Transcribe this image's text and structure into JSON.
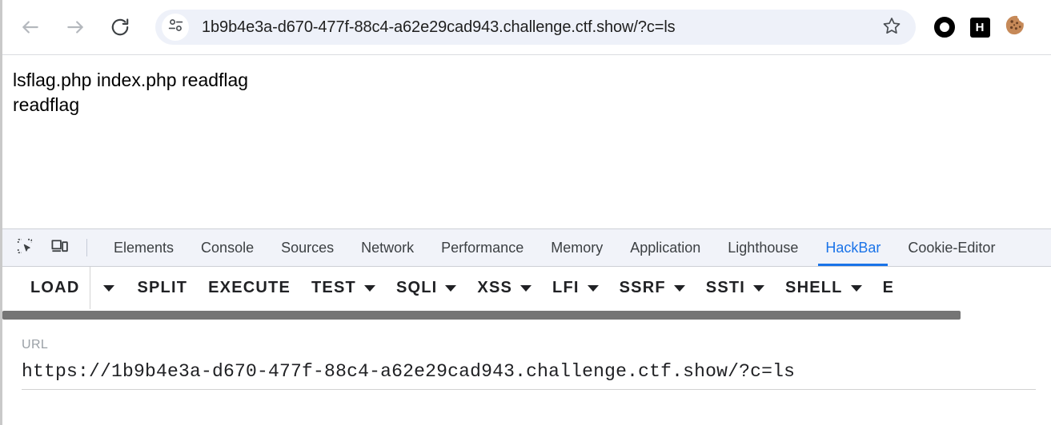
{
  "browser": {
    "nav": {
      "back_label": "Back",
      "forward_label": "Forward",
      "reload_label": "Reload"
    },
    "omnibox": {
      "display_url": "1b9b4e3a-d670-477f-88c4-a62e29cad943.challenge.ctf.show/?c=ls",
      "site_info_label": "View site information",
      "bookmark_label": "Bookmark this tab"
    },
    "extensions": [
      {
        "name": "ring-extension",
        "label": ""
      },
      {
        "name": "hackbar-extension",
        "label": "H"
      },
      {
        "name": "cookie-editor-extension",
        "label": ""
      }
    ]
  },
  "page": {
    "body_text": "lsflag.php index.php readflag\nreadflag"
  },
  "devtools": {
    "inspect_label": "Inspect element",
    "device_toolbar_label": "Toggle device toolbar",
    "tabs": [
      {
        "label": "Elements",
        "active": false
      },
      {
        "label": "Console",
        "active": false
      },
      {
        "label": "Sources",
        "active": false
      },
      {
        "label": "Network",
        "active": false
      },
      {
        "label": "Performance",
        "active": false
      },
      {
        "label": "Memory",
        "active": false
      },
      {
        "label": "Application",
        "active": false
      },
      {
        "label": "Lighthouse",
        "active": false
      },
      {
        "label": "HackBar",
        "active": true
      },
      {
        "label": "Cookie-Editor",
        "active": false
      }
    ],
    "active_tab": "HackBar",
    "accent_color": "#1a73e8"
  },
  "hackbar": {
    "buttons": [
      {
        "label": "LOAD",
        "caret": false,
        "split_caret": true
      },
      {
        "label": "SPLIT",
        "caret": false,
        "split_caret": false
      },
      {
        "label": "EXECUTE",
        "caret": false,
        "split_caret": false
      },
      {
        "label": "TEST",
        "caret": true,
        "split_caret": false
      },
      {
        "label": "SQLI",
        "caret": true,
        "split_caret": false
      },
      {
        "label": "XSS",
        "caret": true,
        "split_caret": false
      },
      {
        "label": "LFI",
        "caret": true,
        "split_caret": false
      },
      {
        "label": "SSRF",
        "caret": true,
        "split_caret": false
      },
      {
        "label": "SSTI",
        "caret": true,
        "split_caret": false
      },
      {
        "label": "SHELL",
        "caret": true,
        "split_caret": false
      },
      {
        "label": "E",
        "caret": false,
        "split_caret": false
      }
    ],
    "url_field": {
      "label": "URL",
      "value": "https://1b9b4e3a-d670-477f-88c4-a62e29cad943.challenge.ctf.show/?c=ls",
      "placeholder": "URL"
    },
    "scrollbar": {
      "orientation": "horizontal",
      "thumb_color": "#757575"
    }
  }
}
